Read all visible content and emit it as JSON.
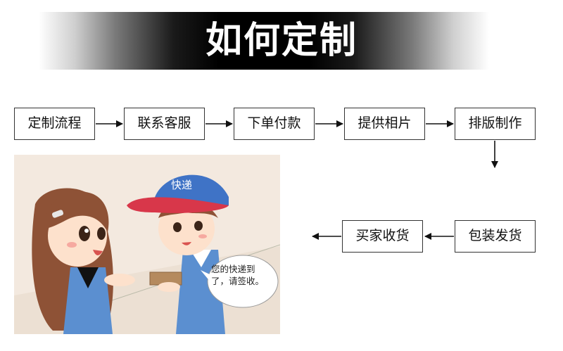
{
  "title": "如何定制",
  "flow_steps": [
    "定制流程",
    "联系客服",
    "下单付款",
    "提供相片",
    "排版制作",
    "包装发货",
    "买家收货"
  ],
  "illustration": {
    "cap_text": "快递",
    "bubble_line1": "您的快递到",
    "bubble_line2": "了，请签收。"
  },
  "colors": {
    "banner": "#000000",
    "box_border": "#333333",
    "cap": "#3f73c6",
    "cap_brim": "#d8374a",
    "shirt": "#5b8fd0"
  }
}
